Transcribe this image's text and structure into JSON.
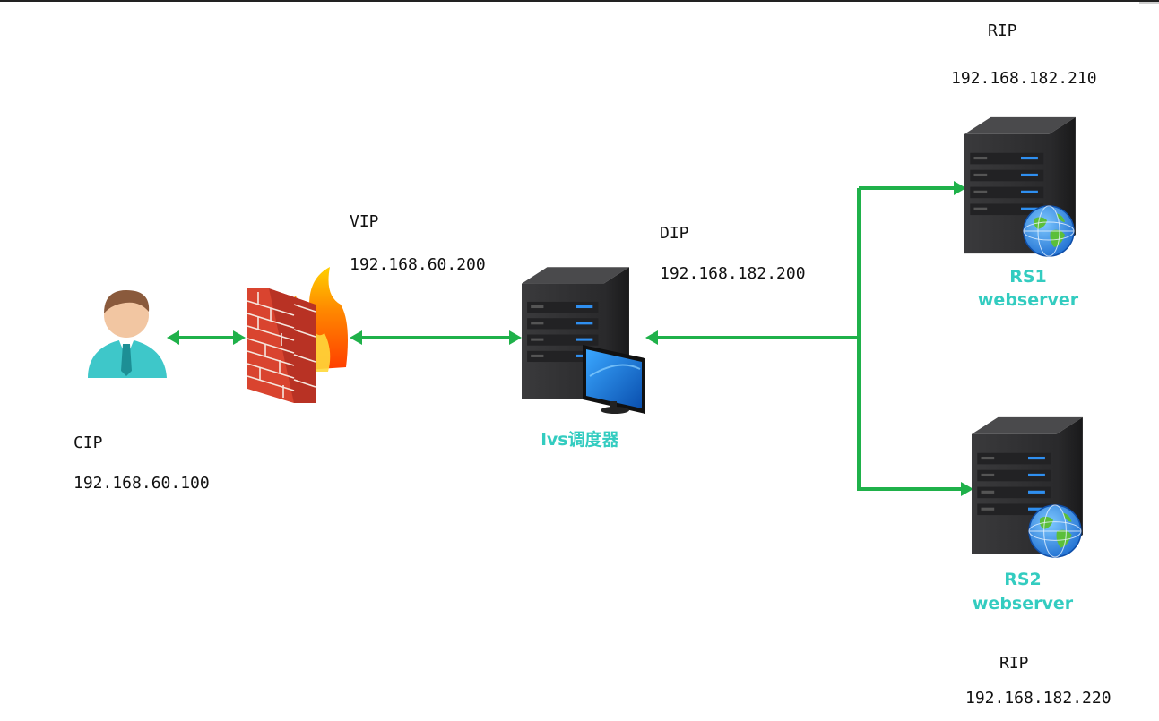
{
  "client": {
    "label": "CIP",
    "ip": "192.168.60.100"
  },
  "firewall": {
    "label": "VIP",
    "ip": "192.168.60.200"
  },
  "director": {
    "label": "DIP",
    "ip": "192.168.182.200",
    "caption": "lvs调度器"
  },
  "rs1": {
    "label": "RIP",
    "ip": "192.168.182.210",
    "caption_line1": "RS1",
    "caption_line2": "webserver"
  },
  "rs2": {
    "label": "RIP",
    "ip": "192.168.182.220",
    "caption_line1": "RS2",
    "caption_line2": "webserver"
  },
  "colors": {
    "arrow": "#1fb14a",
    "caption": "#33ccc0",
    "accent_led": "#2f8ff0"
  },
  "icons": [
    "user-icon",
    "firewall-icon",
    "server-icon",
    "monitor-icon",
    "globe-icon"
  ]
}
